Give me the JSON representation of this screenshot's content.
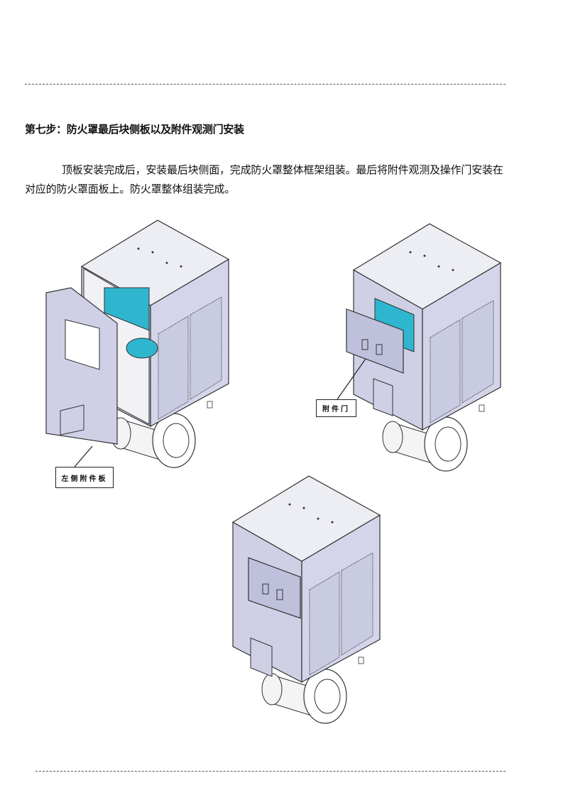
{
  "section": {
    "title": "第七步：防火罩最后块侧板以及附件观测门安装",
    "paragraph": "顶板安装完成后，安装最后块侧面，完成防火罩整体框架组装。最后将附件观测及操作门安装在对应的防火罩面板上。防火罩整体组装完成。"
  },
  "figures": {
    "label_left_panel": "左侧附件板",
    "label_door": "附件门"
  },
  "colors": {
    "panel": "#cfd0e6",
    "panel_dark": "#bfc1dc",
    "top": "#ededf4",
    "interior": "#2fb6cf"
  }
}
